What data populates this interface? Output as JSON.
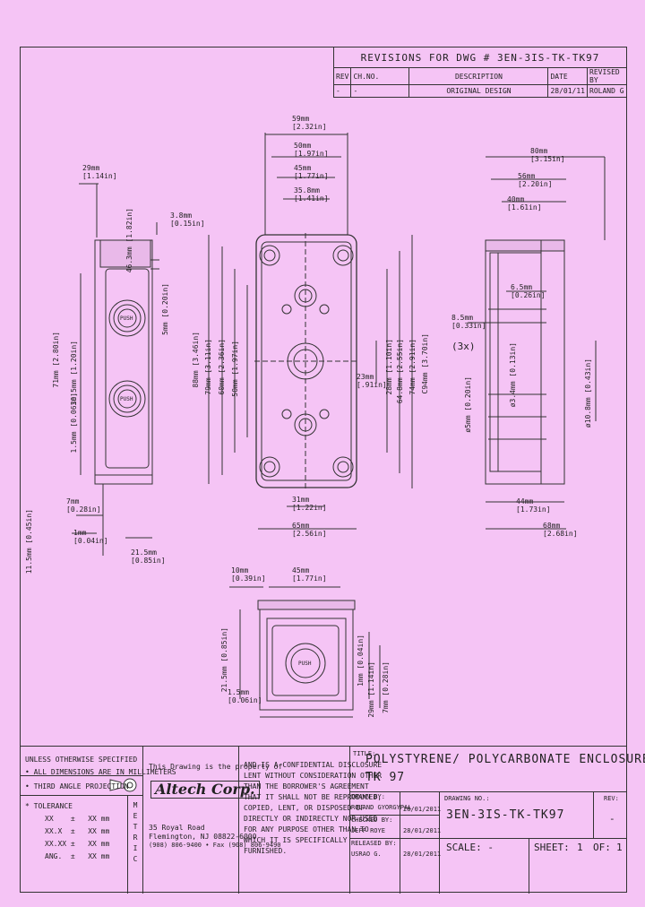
{
  "revisions": {
    "title": "REVISIONS FOR DWG # 3EN-3IS-TK-TK97",
    "headers": [
      "REV",
      "CH.NO.",
      "DESCRIPTION",
      "DATE",
      "REVISED BY"
    ],
    "row": [
      "-",
      "-",
      "ORIGINAL DESIGN",
      "28/01/11",
      "ROLAND G"
    ]
  },
  "front_view": {
    "width_top": [
      "59mm",
      "[2.32in]"
    ],
    "width_2": [
      "50mm",
      "[1.97in]"
    ],
    "width_3": [
      "45mm",
      "[1.77in]"
    ],
    "width_4": [
      "35.8mm",
      "[1.41in]"
    ],
    "height_outer": [
      "88mm",
      "[3.46in]"
    ],
    "height_2": [
      "79mm",
      "[3.11in]"
    ],
    "height_3": [
      "60mm",
      "[2.36in]"
    ],
    "height_4": [
      "50mm",
      "[1.97in]"
    ],
    "right_1": [
      "28mm",
      "[1.10in]"
    ],
    "right_2": [
      "64.8mm",
      "[2.55in]"
    ],
    "right_3": [
      "74mm",
      "[2.91in]"
    ],
    "right_4": [
      "C94mm",
      "[3.70in]"
    ],
    "center": [
      "23mm",
      "[.91in]"
    ],
    "bottom_1": [
      "31mm",
      "[1.22in]"
    ],
    "bottom_2": [
      "65mm",
      "[2.56in]"
    ]
  },
  "left_view": {
    "top": [
      "29mm",
      "[1.14in]"
    ],
    "top_2": [
      "46.3mm",
      "[1.82in]"
    ],
    "top_3": [
      "3.8mm",
      "[0.15in]"
    ],
    "side_1": [
      "5mm",
      "[0.20in]"
    ],
    "height": [
      "71mm",
      "[2.80in]"
    ],
    "mid": [
      "30.5mm",
      "[1.20in]"
    ],
    "small": [
      "1.5mm",
      "[0.06in]"
    ],
    "b1": [
      "7mm",
      "[0.28in]"
    ],
    "b2": [
      "11.5mm",
      "[0.45in]"
    ],
    "b3": [
      "1mm",
      "[0.04in]"
    ],
    "b4": [
      "21.5mm",
      "[0.85in]"
    ]
  },
  "right_view": {
    "w1": [
      "80mm",
      "[3.15in]"
    ],
    "w2": [
      "56mm",
      "[2.20in]"
    ],
    "w3": [
      "40mm",
      "[1.61in]"
    ],
    "w4": [
      "6.5mm",
      "[0.26in]"
    ],
    "w5": [
      "8.5mm",
      "[0.33in]"
    ],
    "note": "(3x)",
    "d1": [
      "ø3.4mm",
      "[0.13in]"
    ],
    "d2": [
      "ø5mm",
      "[0.20in]"
    ],
    "d3": [
      "ø10.8mm",
      "[0.43in]"
    ],
    "bot1": [
      "44mm",
      "[1.73in]"
    ],
    "bot2": [
      "68mm",
      "[2.68in]"
    ]
  },
  "bottom_view": {
    "top1": [
      "10mm",
      "[0.39in]"
    ],
    "top2": [
      "45mm",
      "[1.77in]"
    ],
    "left1": [
      "21.5mm",
      "[0.85in]"
    ],
    "left2": [
      "1.5mm",
      "[0.06in]"
    ],
    "r1": [
      "1mm",
      "[0.04in]"
    ],
    "r2": [
      "29mm",
      "[1.14in]"
    ],
    "r3": [
      "7mm",
      "[0.28in]"
    ]
  },
  "knob_label": "PUSH",
  "title_block": {
    "spec_header": "UNLESS OTHERWISE SPECIFIED",
    "spec_1": "• ALL DIMENSIONS ARE IN MILLIMETERS",
    "spec_2": "• THIRD ANGLE PROJECTION",
    "tolerance": "* TOLERANCE",
    "tol_rows": [
      [
        "XX",
        "±",
        "XX mm"
      ],
      [
        "XX.X",
        "±",
        "XX mm"
      ],
      [
        "XX.XX",
        "±",
        "XX mm"
      ],
      [
        "ANG.",
        "±",
        "XX mm"
      ]
    ],
    "metric": "M E T R I C",
    "property": "This Drawing is the property of",
    "company": "Altech Corp.",
    "address_1": "35 Royal Road",
    "address_2": "Flemington, NJ 08822-6000",
    "address_3": "(908) 806-9400 • Fax (908) 806-9490",
    "conf_1": "AND IS A CONFIDENTIAL DISCLOSURE",
    "conf_2": "LENT WITHOUT CONSIDERATION OTHER",
    "conf_3": "THAN THE BORROWER'S AGREEMENT",
    "conf_4": "THAT IT SHALL NOT BE REPRODUCED,",
    "conf_5": "COPIED, LENT, OR DISPOSED OF",
    "conf_6": "DIRECTLY OR INDIRECTLY NOR USED",
    "conf_7": "FOR ANY PURPOSE OTHER THAN TO",
    "conf_8": "WHICH IT IS SPECIFICALLY",
    "conf_9": "FURNISHED.",
    "title_label": "TITLE:",
    "title_1": "POLYSTYRENE/ POLYCARBONATE ENCLOSURE",
    "title_2": "TK 97",
    "drawn_label": "DRAWN BY:",
    "drawn_name": "ROLAND GYORGYPAL",
    "drawn_date": "28/01/2011",
    "checked_label": "CHECKED BY:",
    "checked_name": "JEFF ROYE",
    "checked_date": "28/01/2011",
    "released_label": "RELEASED BY:",
    "released_name": "USRAO G.",
    "released_date": "28/01/2011",
    "drawing_no_label": "DRAWING NO.:",
    "drawing_no": "3EN-3IS-TK-TK97",
    "rev_label": "REV:",
    "rev_value": "-",
    "scale_label": "SCALE: -",
    "sheet_label": "SHEET:",
    "sheet_value": "1",
    "of_label": "OF:",
    "of_value": "1"
  }
}
